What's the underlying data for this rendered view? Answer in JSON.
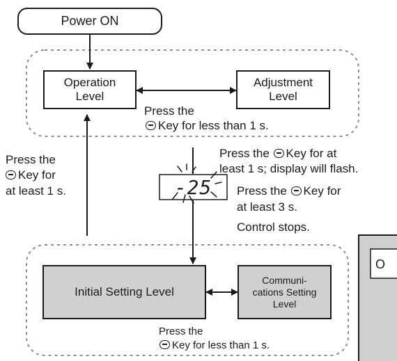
{
  "nodes": {
    "power_on": "Power ON",
    "operation_level": [
      "Operation",
      "Level"
    ],
    "adjustment_level": [
      "Adjustment",
      "Level"
    ],
    "initial_setting_level": "Initial Setting Level",
    "communications_setting_level": [
      "Communi-",
      "cations Setting",
      "Level"
    ],
    "display_value": "-25"
  },
  "annotations": {
    "op_adj": {
      "line1": "Press the",
      "line2": "Key for less than 1 s."
    },
    "to_initial": {
      "line1": "Press the",
      "line2": "Key for at",
      "line3": "least 1 s; display will flash."
    },
    "hold_3s": {
      "line1": "Press the",
      "line2": "Key for",
      "line3": "at least 3 s."
    },
    "control_stops": "Control stops.",
    "return_to_op": {
      "line1": "Press the",
      "line2": "Key for",
      "line3": "at least 1 s."
    },
    "init_comm": {
      "line1": "Press the",
      "line2": "Key for less than 1 s."
    }
  },
  "partial_panel": {
    "letter": "O"
  },
  "colors": {
    "level_fill": "#d0d0d0",
    "dashed_border": "#8c8c8c",
    "panel_fill": "#cfcfcf",
    "line": "#1a1a1a"
  },
  "icons": {
    "key": "mode-key-icon",
    "flash": "flash-rays-icon"
  }
}
